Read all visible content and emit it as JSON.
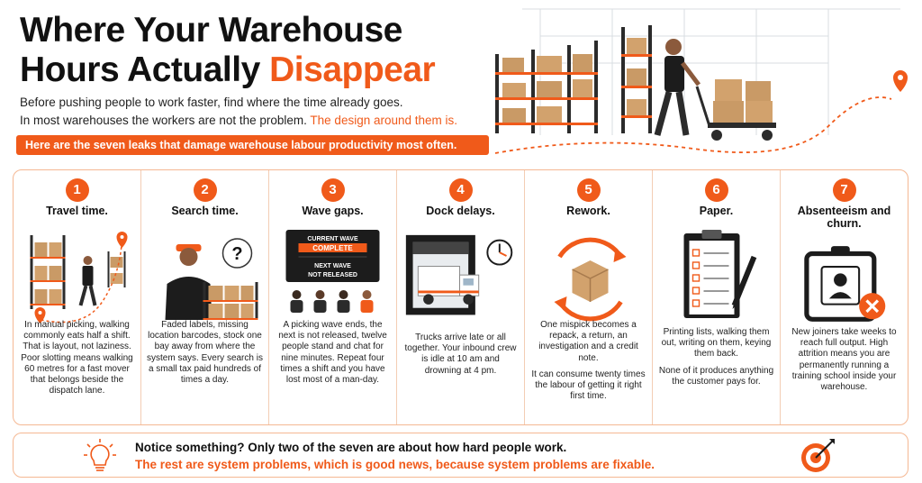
{
  "header": {
    "title_line1": "Where Your Warehouse",
    "title_line2_prefix": "Hours Actually",
    "title_line2_accent": "Disappear",
    "subtitle_line1": "Before pushing people to work faster, find where the time already goes.",
    "subtitle_line2_prefix": "In most warehouses the workers are not the problem.",
    "subtitle_line2_accent": "The design around them is.",
    "banner": "Here are the seven leaks that damage warehouse labour productivity most often."
  },
  "cards": [
    {
      "number": "1",
      "title": "Travel time.",
      "body": [
        "In manual picking, walking commonly eats half a shift. That is layout, not laziness. Poor slotting means walking 60 metres for a fast mover that belongs beside the dispatch lane."
      ]
    },
    {
      "number": "2",
      "title": "Search time.",
      "body": [
        "Faded labels, missing location barcodes, stock one bay away from where the system says. Every search is a small tax paid hundreds of times a day."
      ]
    },
    {
      "number": "3",
      "title": "Wave gaps.",
      "sign": {
        "line1": "CURRENT WAVE",
        "line2": "COMPLETE",
        "line3": "NEXT WAVE",
        "line4": "NOT RELEASED"
      },
      "body": [
        "A picking wave ends, the next is not released, twelve people stand and chat for nine minutes. Repeat four times a shift and you have lost most of a man-day."
      ]
    },
    {
      "number": "4",
      "title": "Dock delays.",
      "body": [
        "Trucks arrive late or all together. Your inbound crew is idle at 10 am and drowning at 4 pm."
      ]
    },
    {
      "number": "5",
      "title": "Rework.",
      "body": [
        "One mispick becomes a repack, a return, an investigation and a credit note.",
        "It can consume twenty times the labour of getting it right first time."
      ]
    },
    {
      "number": "6",
      "title": "Paper.",
      "body": [
        "Printing lists, walking them out, writing on them, keying them back.",
        "None of it produces anything the customer pays for."
      ]
    },
    {
      "number": "7",
      "title": "Absenteeism and churn.",
      "body": [
        "New joiners take weeks to reach full output. High attrition means you are permanently running a training school inside your warehouse."
      ]
    }
  ],
  "footer": {
    "line1": "Notice something?  Only two of the seven are about how hard people work.",
    "line2": "The rest are system problems, which is good news, because system problems are fixable."
  },
  "colors": {
    "accent": "#f05a1a",
    "dark": "#1a1a1a",
    "border": "#f5b893"
  },
  "icons": [
    "lightbulb-icon",
    "target-icon",
    "location-pin-icon",
    "question-icon",
    "clock-icon",
    "checklist-icon",
    "pen-icon",
    "close-icon",
    "user-icon"
  ]
}
